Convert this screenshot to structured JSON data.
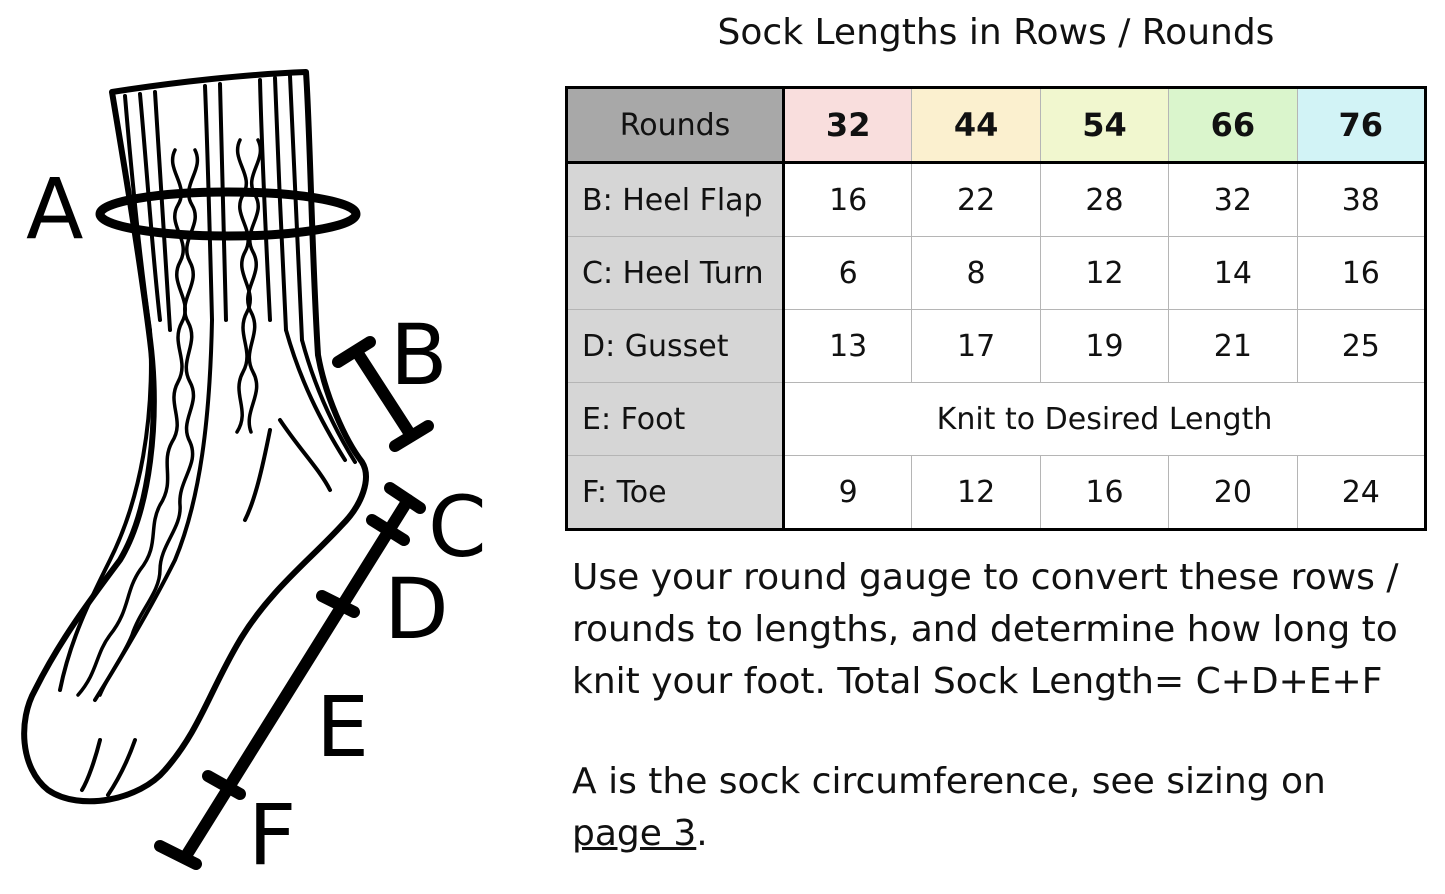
{
  "diagram": {
    "labels": [
      "A",
      "B",
      "C",
      "D",
      "E",
      "F"
    ],
    "subject": "sock-illustration"
  },
  "table": {
    "title": "Sock Lengths in Rows / Rounds",
    "corner_label": "Rounds",
    "sizes": [
      {
        "label": "32",
        "color": "#f9dedd"
      },
      {
        "label": "44",
        "color": "#fbf0cf"
      },
      {
        "label": "54",
        "color": "#f1f7cf"
      },
      {
        "label": "66",
        "color": "#daf5cc"
      },
      {
        "label": "76",
        "color": "#d2f3f6"
      }
    ],
    "rows": [
      {
        "label": "B: Heel Flap",
        "values": [
          "16",
          "22",
          "28",
          "32",
          "38"
        ]
      },
      {
        "label": "C: Heel Turn",
        "values": [
          "6",
          "8",
          "12",
          "14",
          "16"
        ]
      },
      {
        "label": "D: Gusset",
        "values": [
          "13",
          "17",
          "19",
          "21",
          "25"
        ]
      },
      {
        "label": "E: Foot",
        "span_text": "Knit to Desired Length"
      },
      {
        "label": "F: Toe",
        "values": [
          "9",
          "12",
          "16",
          "20",
          "24"
        ]
      }
    ]
  },
  "notes": {
    "gauge_text": "Use your round gauge to convert these rows / rounds to lengths, and determine how long to knit your foot. Total Sock Length= C+D+E+F",
    "circumference_text": "A is the sock circumference, see sizing on ",
    "page_link": "page 3",
    "period": "."
  }
}
